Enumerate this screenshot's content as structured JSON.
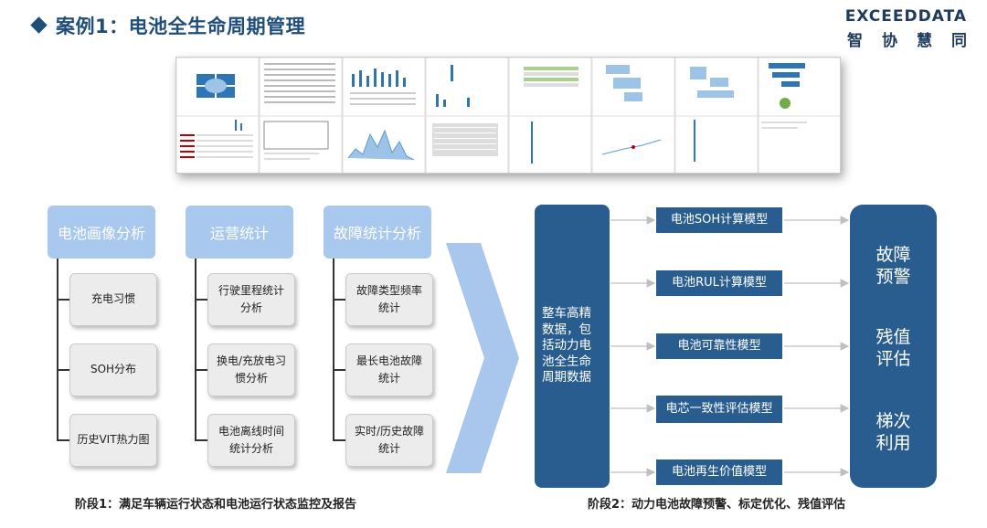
{
  "header": {
    "title": "案例1：电池全生命周期管理",
    "brand_name": "EXCEEDDATA",
    "brand_cn": "智协慧同"
  },
  "stage1": {
    "columns": [
      {
        "heading": "电池画像分析",
        "items": [
          "充电习惯",
          "SOH分布",
          "历史VIT热力图"
        ]
      },
      {
        "heading": "运营统计",
        "items": [
          "行驶里程统计分析",
          "换电/充放电习惯分析",
          "电池离线时间统计分析"
        ]
      },
      {
        "heading": "故障统计分析",
        "items": [
          "故障类型频率统计",
          "最长电池故障统计",
          "实时/历史故障统计"
        ]
      }
    ],
    "caption": "阶段1：满足车辆运行状态和电池运行状态监控及报告"
  },
  "stage2": {
    "source": "整车高精数据，包括动力电池全生命周期数据",
    "models": [
      "电池SOH计算模型",
      "电池RUL计算模型",
      "电池可靠性模型",
      "电芯一致性评估模型",
      "电池再生价值模型"
    ],
    "results": [
      "故障预警",
      "残值评估",
      "梯次利用"
    ],
    "caption": "阶段2：动力电池故障预警、标定优化、残值评估"
  },
  "colors": {
    "title": "#1f4e79",
    "head_box": "#a8c8ee",
    "dark_box": "#2a5d8f",
    "chevron": "#a9c6ec"
  }
}
